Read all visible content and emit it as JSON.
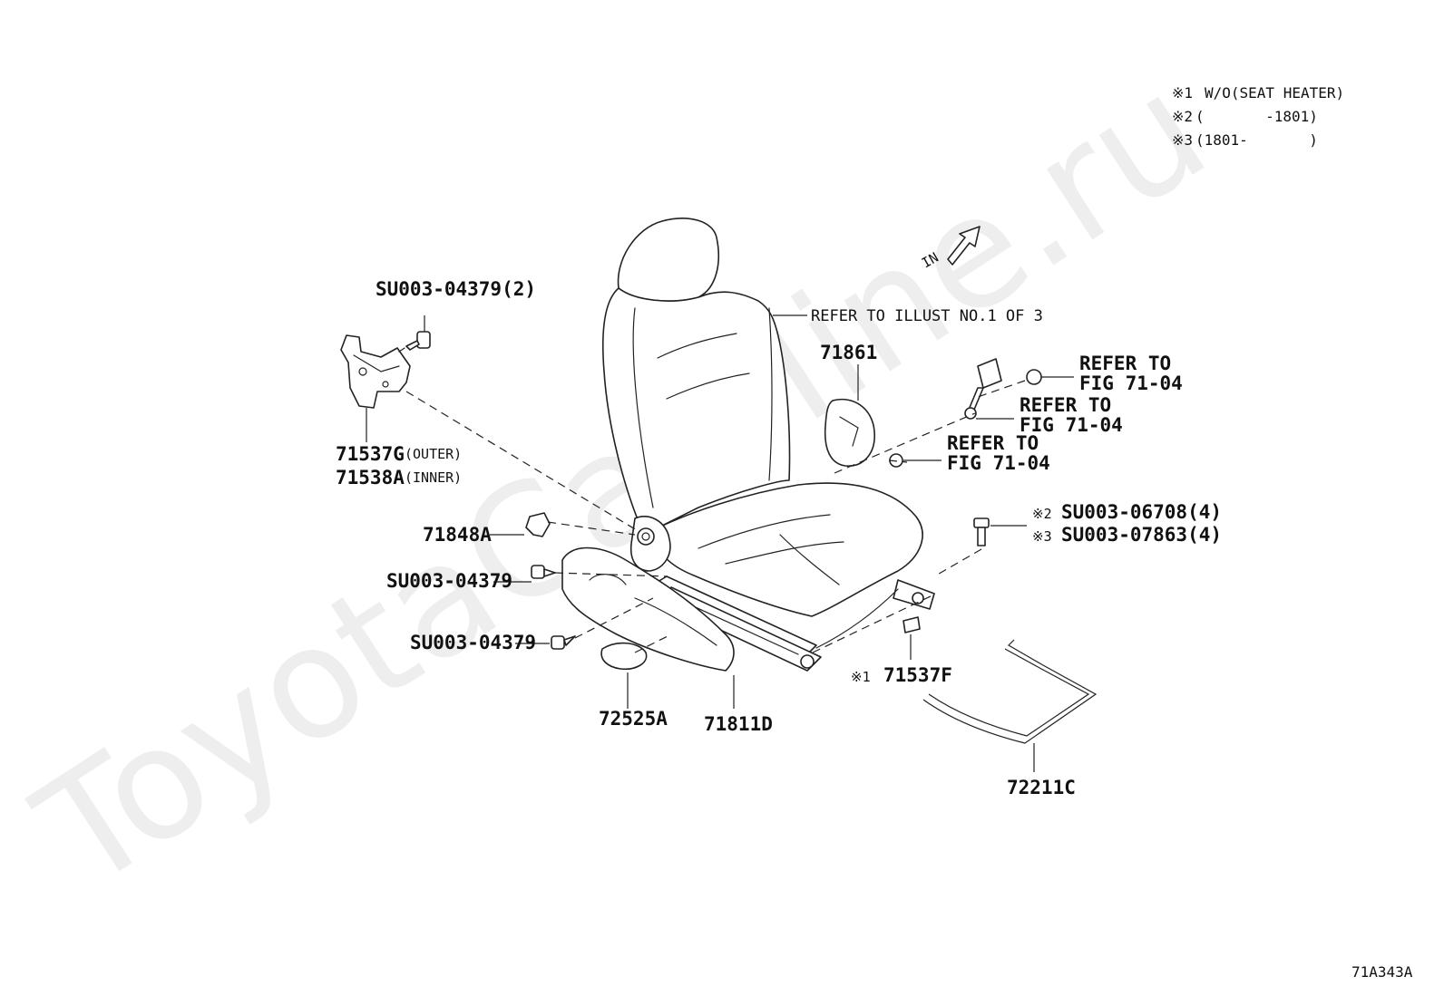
{
  "notes": [
    {
      "mark": "※1",
      "text": "W/O(SEAT HEATER)"
    },
    {
      "mark": "※2",
      "text": "(       -1801)"
    },
    {
      "mark": "※3",
      "text": "(1801-       )"
    }
  ],
  "watermark": "ToyotaCarMine.ru",
  "direction_label": "IN",
  "diagram_code": "71A343A",
  "labels": {
    "refer_illust": "REFER TO ILLUST NO.1 OF 3",
    "refer_to": "REFER TO",
    "fig": "FIG 71-04",
    "bolt_2": "SU003-04379(2)",
    "bracket_outer": "71537G",
    "outer": "(OUTER)",
    "bracket_inner": "71538A",
    "inner": "(INNER)",
    "clip": "71848A",
    "bolt_a": "SU003-04379",
    "bolt_b": "SU003-04379",
    "knob": "72525A",
    "shield": "71811D",
    "cover": "71861",
    "mark1": "※1",
    "pad": "71537F",
    "mark2": "※2",
    "bolt_06708": "SU003-06708(4)",
    "mark3": "※3",
    "bolt_07863": "SU003-07863(4)",
    "wire": "72211C"
  }
}
